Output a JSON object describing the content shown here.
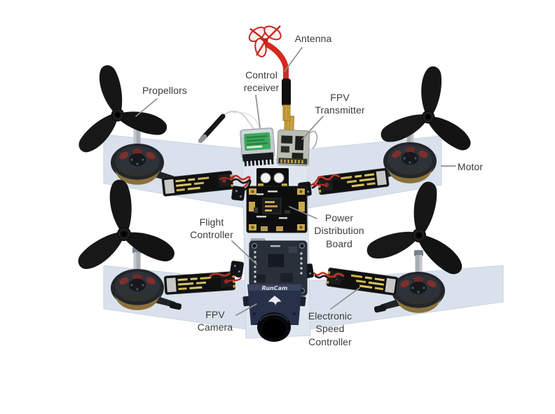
{
  "diagram": {
    "type": "annotated-illustration",
    "subject": "FPV racing drone components (exploded parts view)",
    "camera_brand": "RunCam",
    "labels": {
      "antenna": {
        "lines": [
          "Antenna"
        ]
      },
      "control_receiver": {
        "lines": [
          "Control",
          "receiver"
        ]
      },
      "fpv_transmitter": {
        "lines": [
          "FPV",
          "Transmitter"
        ]
      },
      "propellors": {
        "lines": [
          "Propellors"
        ]
      },
      "motor": {
        "lines": [
          "Motor"
        ]
      },
      "flight_controller": {
        "lines": [
          "Flight",
          "Controller"
        ]
      },
      "power_distribution_board": {
        "lines": [
          "Power",
          "Distribution",
          "Board"
        ]
      },
      "fpv_camera": {
        "lines": [
          "FPV",
          "Camera"
        ]
      },
      "electronic_speed_controller": {
        "lines": [
          "Electronic",
          "Speed",
          "Controller"
        ]
      }
    },
    "colors": {
      "background": "#ffffff",
      "frame_panel": "#d9e2ec",
      "label_text": "#3b3b3b",
      "leader_line": "#8f8f8f",
      "antenna_red": "#d6281f",
      "pcb_gold": "#c9a84c",
      "wire_red": "#c23128",
      "wire_black": "#1a1a1a"
    }
  }
}
